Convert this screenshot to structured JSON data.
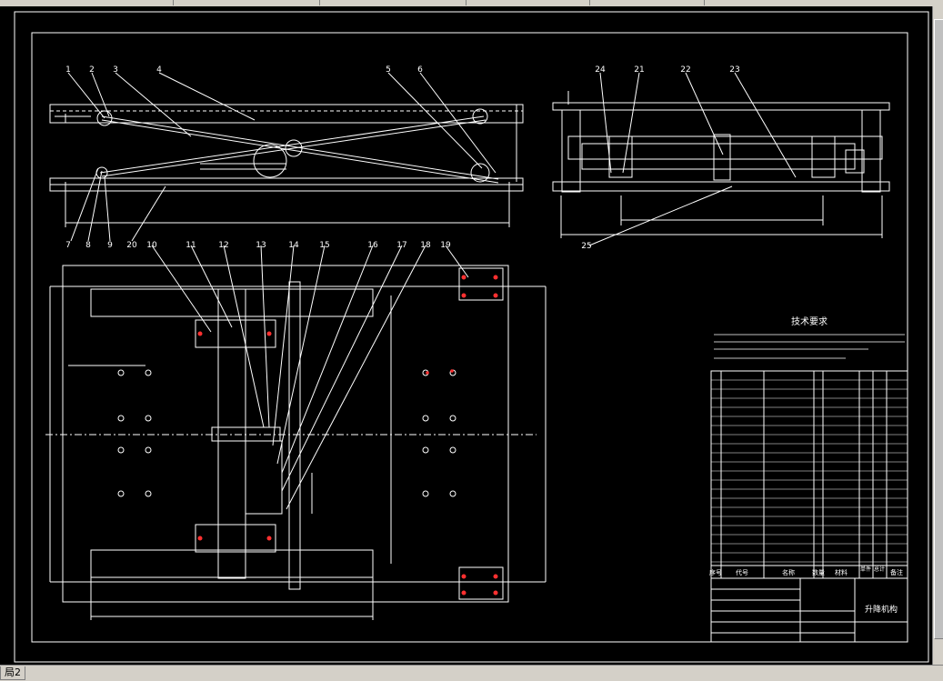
{
  "window": {
    "layout_tab": "局2"
  },
  "drawing": {
    "part_numbers_top": [
      "1",
      "2",
      "3",
      "4",
      "5",
      "6"
    ],
    "part_numbers_bottom_left": [
      "7",
      "8",
      "9",
      "20"
    ],
    "part_numbers_side": [
      "24",
      "21",
      "22",
      "23"
    ],
    "part_number_side_bottom": "25",
    "part_numbers_plan": [
      "10",
      "11",
      "12",
      "13",
      "14",
      "15",
      "16",
      "17",
      "18",
      "19"
    ],
    "tech_requirements_title": "技术要求",
    "bom_headers": [
      "序号",
      "代号",
      "名称",
      "数量",
      "材料",
      "单件",
      "总计",
      "备注"
    ],
    "title_block_name": "升降机构",
    "colors": {
      "background": "#000000",
      "lines": "#ffffff",
      "accent": "#ff3030"
    }
  }
}
